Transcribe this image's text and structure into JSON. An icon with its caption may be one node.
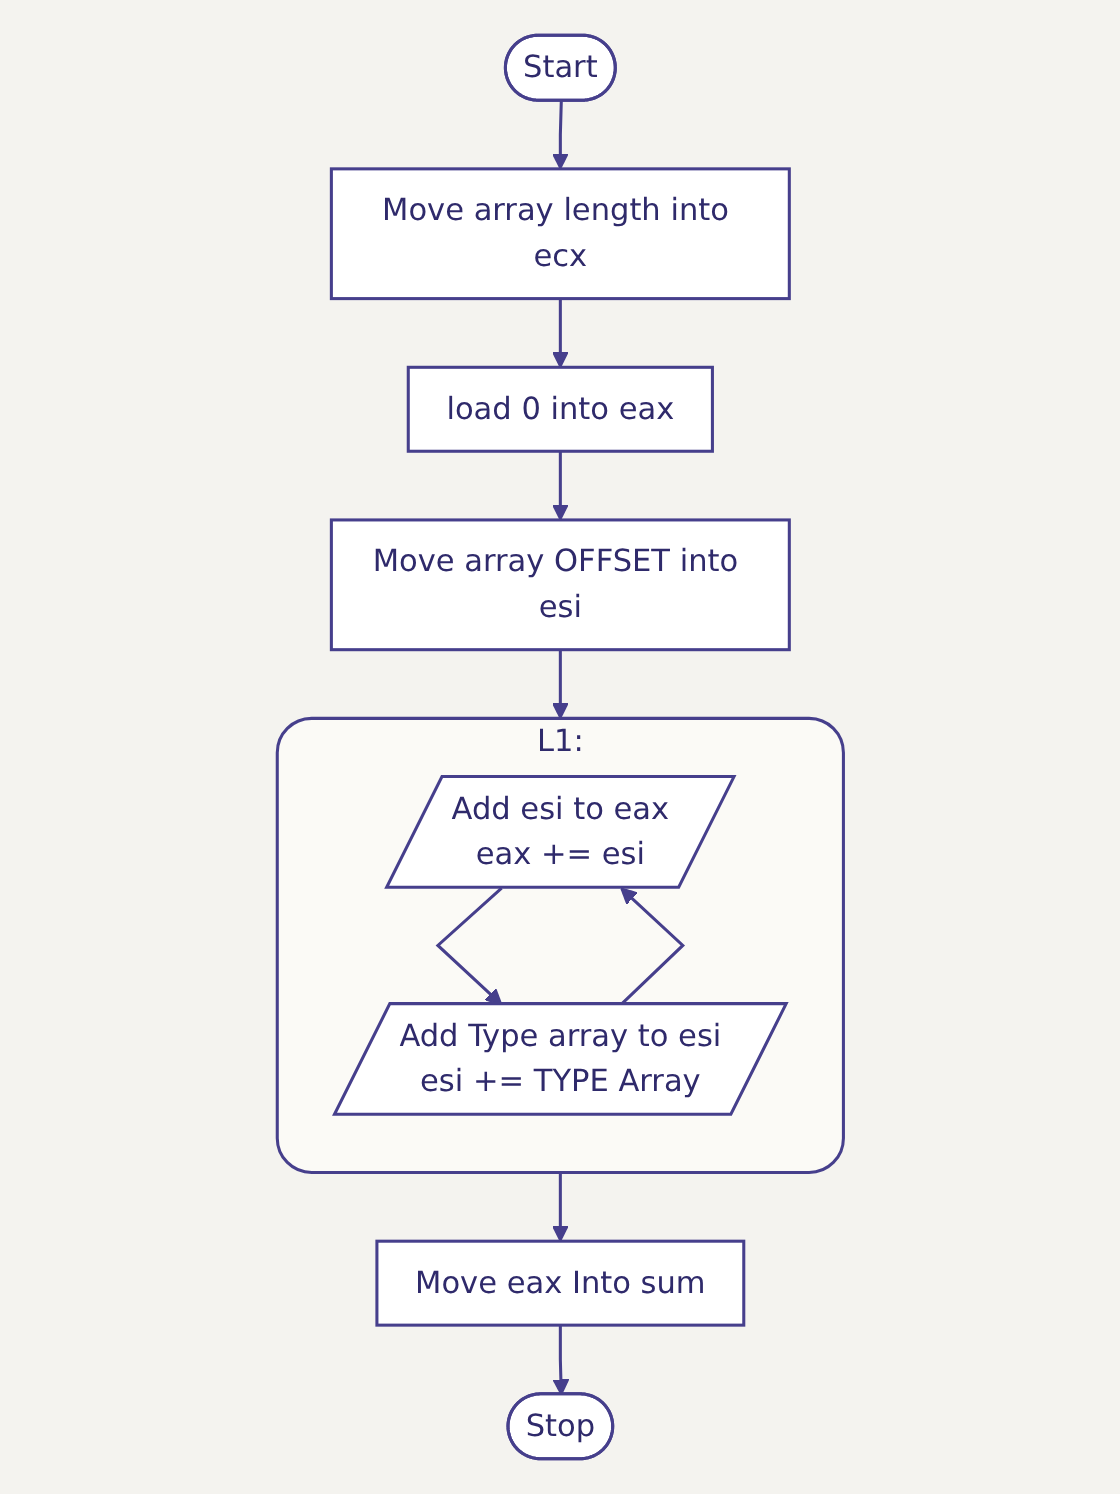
{
  "diagram": {
    "nodes": [
      {
        "text": [
          "Start"
        ]
      },
      {
        "text": [
          "Move array length into ecx"
        ]
      },
      {
        "text": [
          "load 0 into eax"
        ]
      },
      {
        "text": [
          "Move array OFFSET into esi"
        ]
      },
      {
        "text": [
          "L1:"
        ]
      },
      {
        "text": [
          "Add esi to eax",
          "eax += esi"
        ],
        "in": 4
      },
      {
        "text": [
          "Add Type array to esi",
          "esi += TYPE Array"
        ],
        "in": 4
      },
      {
        "text": [
          "Move eax Into sum"
        ]
      },
      {
        "text": [
          "Stop"
        ]
      }
    ],
    "edges": [
      {
        "from": 0,
        "to": 1,
        "arrow": "to"
      },
      {
        "from": 1,
        "to": 2,
        "arrow": "to"
      },
      {
        "from": 2,
        "to": 3,
        "arrow": "to"
      },
      {
        "from": 3,
        "to": 4,
        "arrow": "to"
      },
      {
        "from": 5,
        "to": 6,
        "arrow": "to"
      },
      {
        "from": 6,
        "to": 5,
        "arrow": "to"
      },
      {
        "from": 4,
        "to": 7,
        "arrow": "to"
      },
      {
        "from": 7,
        "to": 8,
        "arrow": "to"
      }
    ]
  }
}
